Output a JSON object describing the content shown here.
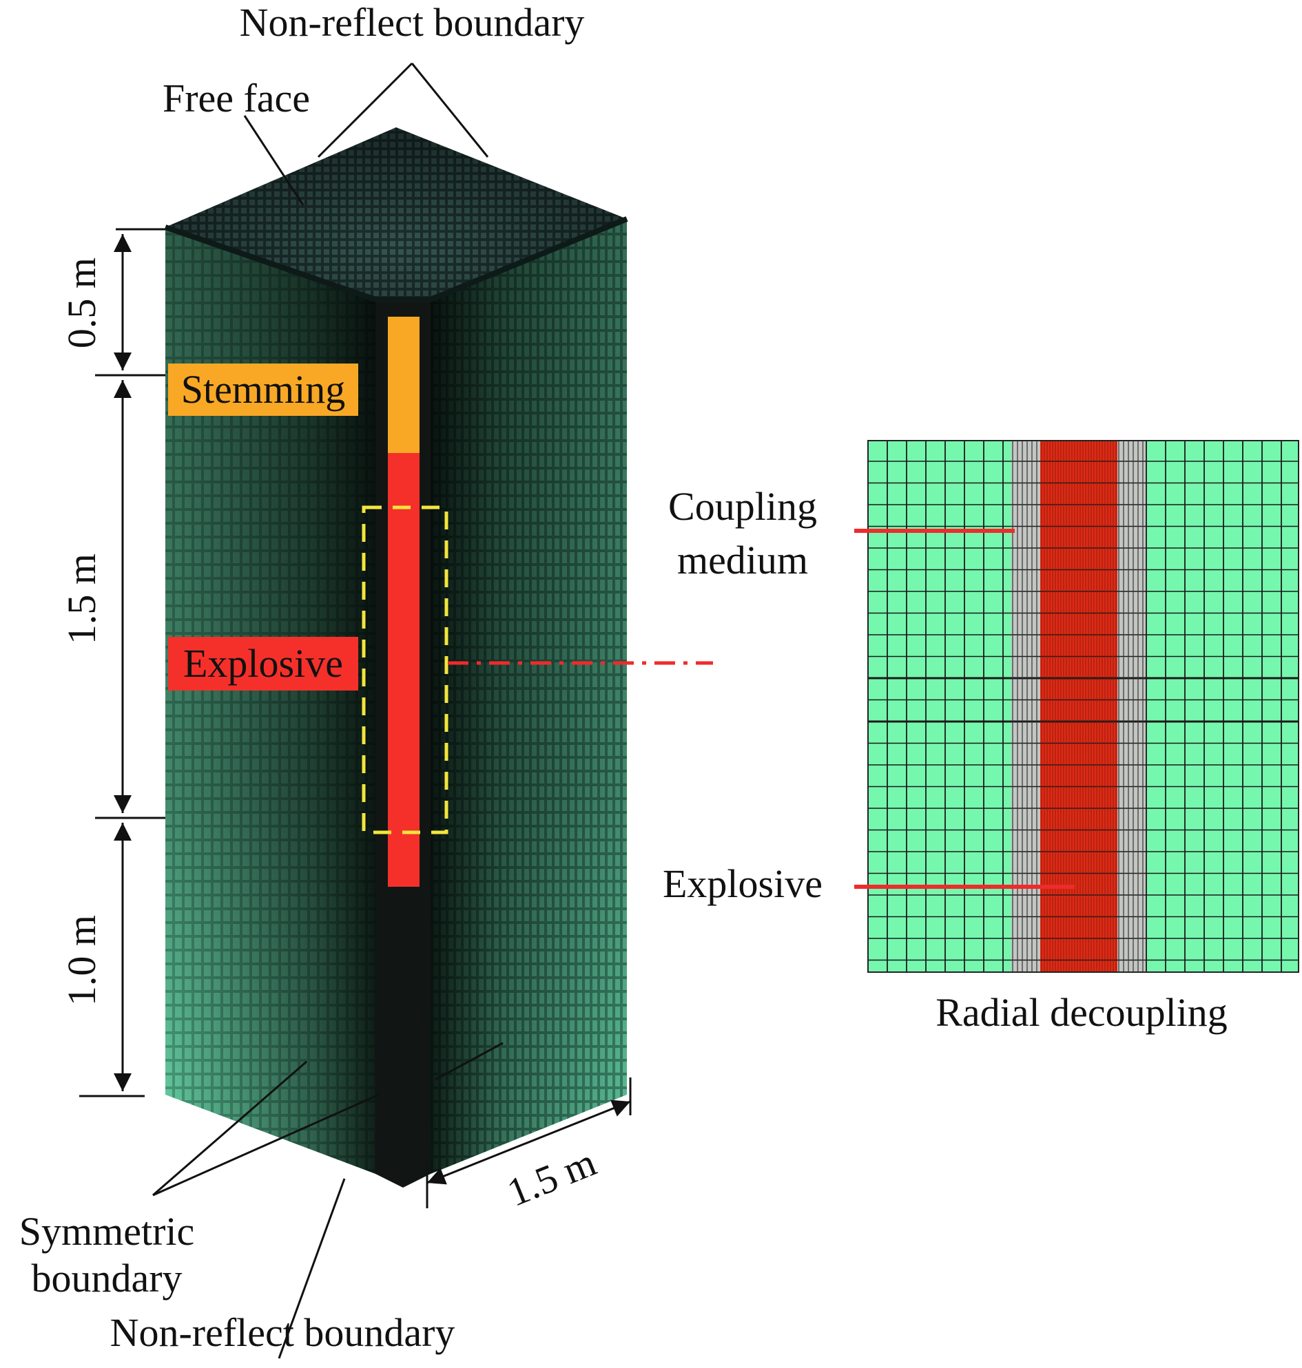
{
  "labels": {
    "non_reflect_top": "Non-reflect boundary",
    "free_face": "Free face",
    "stemming": "Stemming",
    "explosive_main": "Explosive",
    "symmetric_line1": "Symmetric",
    "symmetric_line2": "boundary",
    "non_reflect_bottom": "Non-reflect boundary",
    "coupling_line1": "Coupling",
    "coupling_line2": "medium",
    "explosive_detail": "Explosive",
    "radial_decoupling": "Radial decoupling"
  },
  "dimensions": {
    "top": "0.5 m",
    "middle": "1.5 m",
    "bottom": "1.0 m",
    "width": "1.5 m"
  },
  "colors": {
    "mesh_face": "#5fcfa0",
    "mesh_dark": "#1c2c2a",
    "mesh_top": "#2e4a48",
    "column_dark": "#111614",
    "stemming": "#f9a825",
    "explosive": "#f5302a",
    "highlight_dash": "#f2e53c",
    "detail_medium": "#76f7ae",
    "detail_coupling": "#c4c6c4",
    "detail_explosive": "#e02b16",
    "leader_red": "#ef2b2b"
  }
}
